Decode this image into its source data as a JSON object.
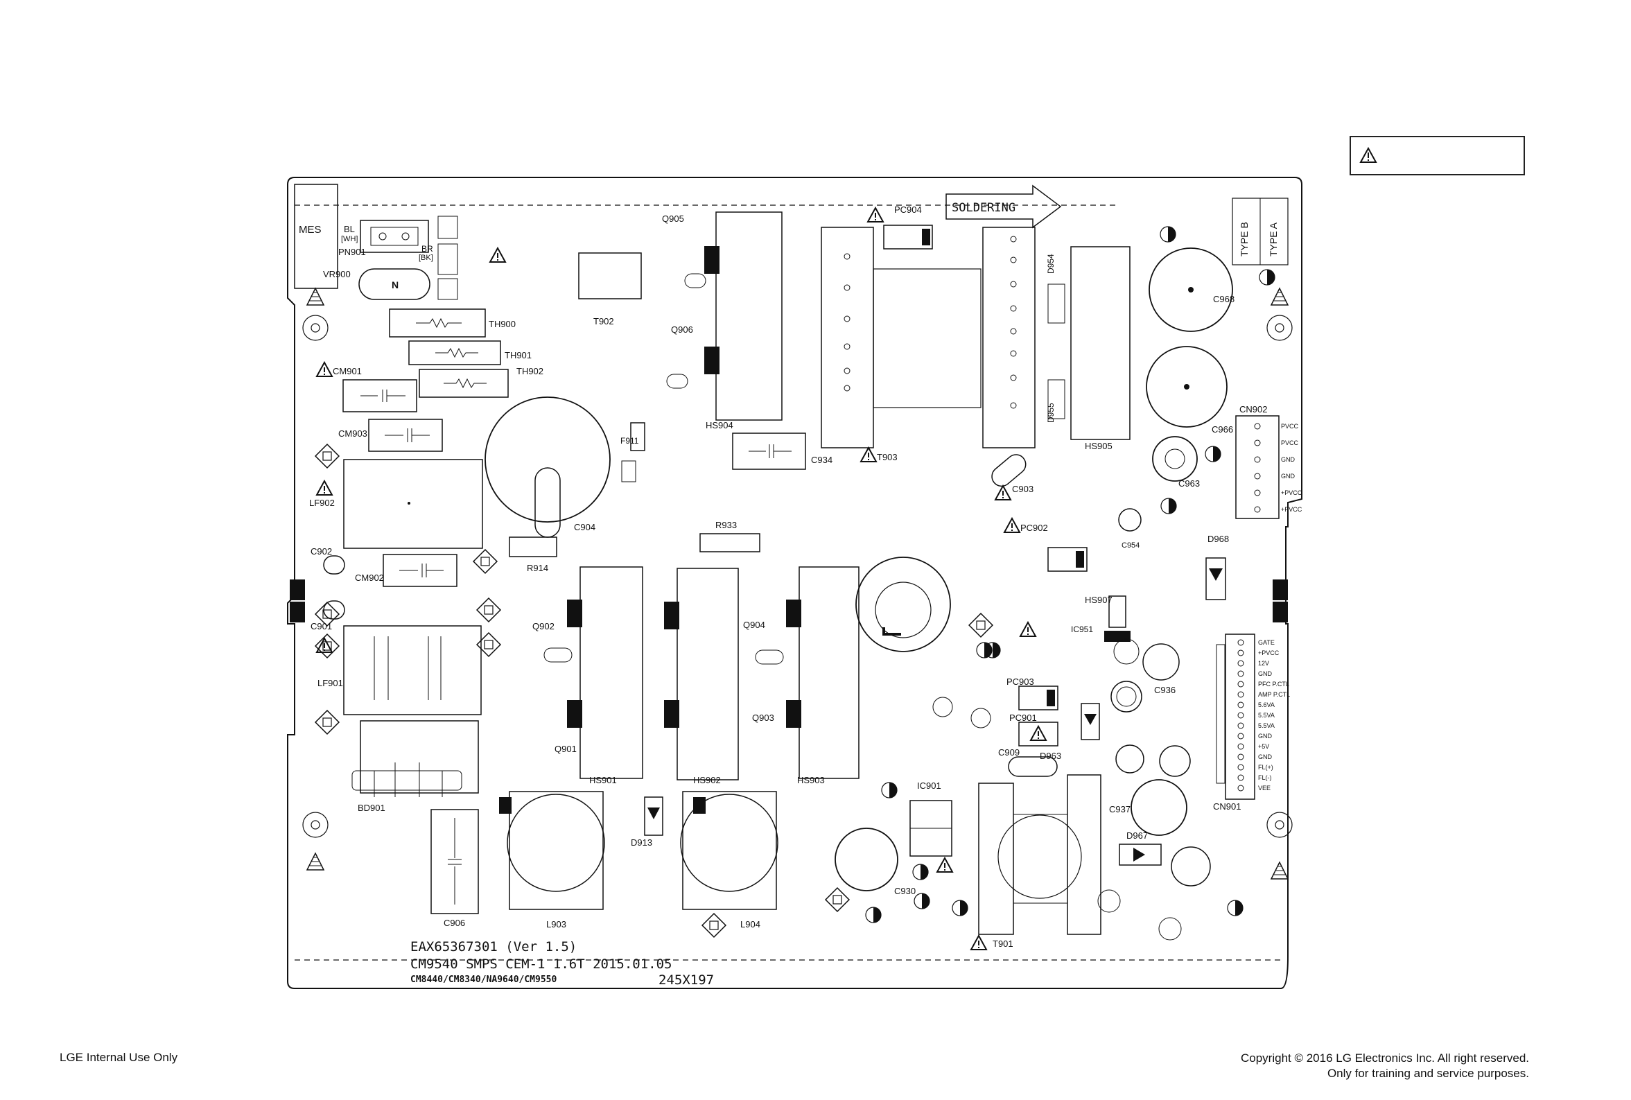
{
  "board": {
    "part_number": "EAX65367301 (Ver 1.5)",
    "model_line": "CM9540 SMPS CEM-1 1.6T 2015.01.05",
    "models": "CM8440/CM8340/NA9640/CM9550",
    "size": "245X197",
    "soldering": "SOLDERING",
    "mes": "MES",
    "type_b": "TYPE B",
    "type_a": "TYPE A"
  },
  "labels": {
    "PN901": "PN901",
    "VR900": "VR900",
    "TH900": "TH900",
    "TH901": "TH901",
    "TH902": "TH902",
    "CM901": "CM901",
    "CM903": "CM903",
    "CM902": "CM902",
    "LF902": "LF902",
    "LF901": "LF901",
    "C902": "C902",
    "C901": "C901",
    "C904": "C904",
    "R914": "R914",
    "BD901": "BD901",
    "C906": "C906",
    "L903": "L903",
    "L904": "L904",
    "D913": "D913",
    "HS901": "HS901",
    "HS902": "HS902",
    "HS903": "HS903",
    "HS904": "HS904",
    "HS905": "HS905",
    "HS907": "HS907",
    "Q901": "Q901",
    "Q902": "Q902",
    "Q903": "Q903",
    "Q904": "Q904",
    "Q905": "Q905",
    "Q906": "Q906",
    "T902": "T902",
    "T903": "T903",
    "T901": "T901",
    "C934": "C934",
    "R933": "R933",
    "PC904": "PC904",
    "PC902": "PC902",
    "PC903": "PC903",
    "PC901": "PC901",
    "C903": "C903",
    "C968": "C968",
    "C966": "C966",
    "C963": "C963",
    "CN902": "CN902",
    "CN901": "CN901",
    "C936": "C936",
    "C937": "C937",
    "C909": "C909",
    "C930": "C930",
    "IC951": "IC951",
    "IC901": "IC901",
    "D968": "D968",
    "D963": "D963",
    "D967": "D967",
    "F911": "F911",
    "D954": "D954",
    "D955": "D955",
    "C954": "C954",
    "BL": "BL",
    "WH": "[WH]",
    "BR": "BR",
    "BK": "[BK]",
    "R914b": "R914"
  },
  "cn902_pins": [
    "PVCC",
    "PVCC",
    "GND",
    "GND",
    "+PVCC",
    "+PVCC"
  ],
  "cn901_pins": [
    "GATE",
    "+PVCC",
    "12V",
    "GND",
    "PFC P.CTL",
    "AMP P.CTL",
    "5.6VA",
    "5.5VA",
    "5.5VA",
    "GND",
    "+5V",
    "GND",
    "FL(+)",
    "FL(-)",
    "VEE"
  ],
  "footer": {
    "left": "LGE Internal Use Only",
    "right_line1": "Copyright © 2016 LG Electronics Inc. All right reserved.",
    "right_line2": "Only for training and service purposes."
  },
  "colors": {
    "ink": "#111111",
    "paper": "#ffffff"
  },
  "icons": [
    "warning-triangle-icon",
    "ground-symbol-icon"
  ]
}
